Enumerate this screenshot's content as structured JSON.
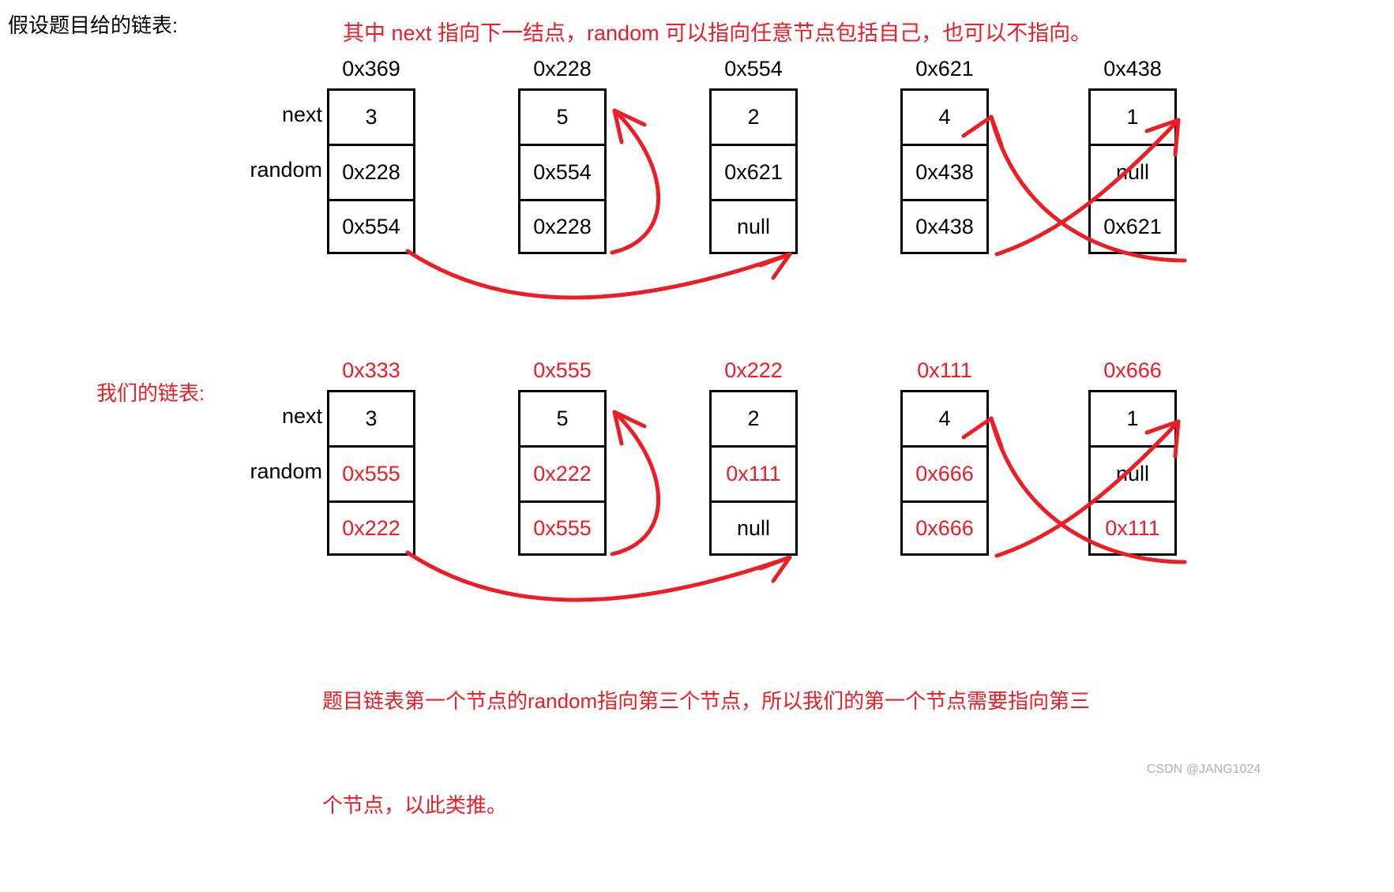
{
  "annotations": {
    "top_note": "其中 next 指向下一结点，random 可以指向任意节点包括自己，也可以不指向。",
    "row1_label": "假设题目给的链表:",
    "row2_label": "我们的链表:",
    "caption_line1": "题目链表第一个节点的random指向第三个节点，所以我们的第一个节点需要指向第三",
    "caption_line2": "个节点，以此类推。",
    "watermark": "CSDN @JANG1024"
  },
  "field_labels": {
    "next": "next",
    "random": "random"
  },
  "colors": {
    "red": "#ee1c25",
    "black": "#000000",
    "watermark": "#b0b0b0"
  },
  "row1": {
    "nodes": [
      {
        "address": "0x369",
        "value": "3",
        "next": "0x228",
        "random": "0x554"
      },
      {
        "address": "0x228",
        "value": "5",
        "next": "0x554",
        "random": "0x228"
      },
      {
        "address": "0x554",
        "value": "2",
        "next": "0x621",
        "random": "null"
      },
      {
        "address": "0x621",
        "value": "4",
        "next": "0x438",
        "random": "0x438"
      },
      {
        "address": "0x438",
        "value": "1",
        "next": "null",
        "random": "0x621"
      }
    ]
  },
  "row2": {
    "nodes": [
      {
        "address": "0x333",
        "value": "3",
        "next": "0x555",
        "random": "0x222"
      },
      {
        "address": "0x555",
        "value": "5",
        "next": "0x222",
        "random": "0x555"
      },
      {
        "address": "0x222",
        "value": "2",
        "next": "0x111",
        "random": "null"
      },
      {
        "address": "0x111",
        "value": "4",
        "next": "0x666",
        "random": "0x666"
      },
      {
        "address": "0x666",
        "value": "1",
        "next": "null",
        "random": "0x111"
      }
    ]
  },
  "chart_data": {
    "type": "diagram",
    "title": "Copy List with Random Pointer — node layout",
    "rows": [
      {
        "name": "original",
        "label": "假设题目给的链表:",
        "address_color": "#000000",
        "pointer_color": "#000000",
        "nodes": [
          {
            "address": "0x369",
            "value": 3,
            "next": "0x228",
            "random": "0x554"
          },
          {
            "address": "0x228",
            "value": 5,
            "next": "0x554",
            "random": "0x228"
          },
          {
            "address": "0x554",
            "value": 2,
            "next": "0x621",
            "random": "null"
          },
          {
            "address": "0x621",
            "value": 4,
            "next": "0x438",
            "random": "0x438"
          },
          {
            "address": "0x438",
            "value": 1,
            "next": "null",
            "random": "0x621"
          }
        ],
        "random_arrows": [
          {
            "from": "0x369",
            "to": "0x554"
          },
          {
            "from": "0x228",
            "to": "0x228"
          },
          {
            "from": "0x621",
            "to": "0x438"
          },
          {
            "from": "0x438",
            "to": "0x621"
          }
        ]
      },
      {
        "name": "copy",
        "label": "我们的链表:",
        "address_color": "#ee1c25",
        "pointer_color": "#ee1c25",
        "nodes": [
          {
            "address": "0x333",
            "value": 3,
            "next": "0x555",
            "random": "0x222"
          },
          {
            "address": "0x555",
            "value": 5,
            "next": "0x222",
            "random": "0x555"
          },
          {
            "address": "0x222",
            "value": 2,
            "next": "0x111",
            "random": "null"
          },
          {
            "address": "0x111",
            "value": 4,
            "next": "0x666",
            "random": "0x666"
          },
          {
            "address": "0x666",
            "value": 1,
            "next": "null",
            "random": "0x111"
          }
        ],
        "random_arrows": [
          {
            "from": "0x333",
            "to": "0x222"
          },
          {
            "from": "0x555",
            "to": "0x555"
          },
          {
            "from": "0x111",
            "to": "0x666"
          },
          {
            "from": "0x666",
            "to": "0x111"
          }
        ]
      }
    ]
  }
}
